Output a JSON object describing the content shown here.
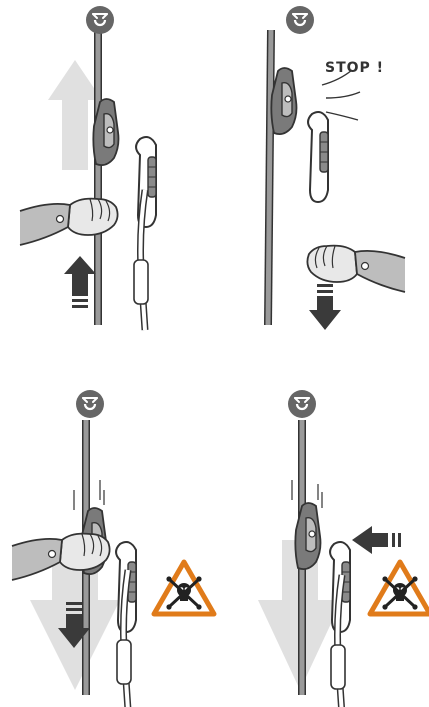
{
  "illustration": {
    "panels": [
      {
        "id": "top-left",
        "scene": "sliding-up",
        "arrows": [
          "up"
        ]
      },
      {
        "id": "top-right",
        "scene": "locking-on-pull-down",
        "caption": "STOP !",
        "arrows": [
          "down"
        ]
      },
      {
        "id": "bottom-left",
        "scene": "hand-holding-cam-falls",
        "warning": true,
        "arrows": [
          "down"
        ]
      },
      {
        "id": "bottom-right",
        "scene": "cam-pushed-sideways-falls",
        "warning": true,
        "arrows": [
          "down",
          "left"
        ]
      }
    ]
  },
  "colors": {
    "anchor": "#666666",
    "rope": "#9a9a9a",
    "device": "#777777",
    "outline": "#333333",
    "arrow_light": "#d9d9d9",
    "arrow_dark": "#3a3a3a",
    "warning": "#e07b1a",
    "background": "#ffffff"
  },
  "icons": [
    "anchor-icon",
    "warning-skull-icon",
    "up-arrow-icon",
    "down-arrow-icon",
    "left-arrow-icon"
  ]
}
